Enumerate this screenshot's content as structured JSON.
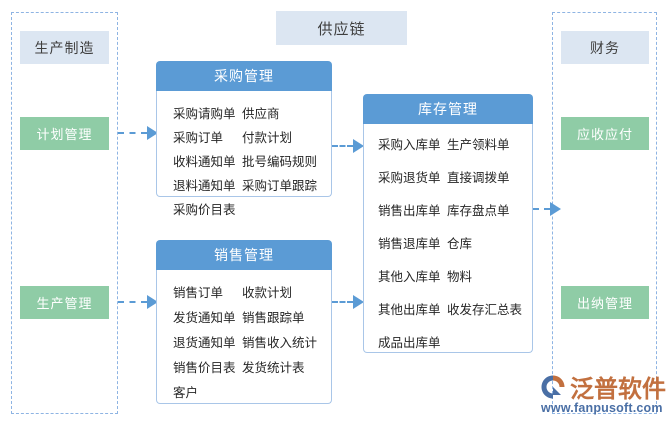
{
  "diagram": {
    "title": "供应链",
    "left_group": {
      "header": "生产制造",
      "modules": [
        "计划管理",
        "生产管理"
      ]
    },
    "right_group": {
      "header": "财务",
      "modules": [
        "应收应付",
        "出纳管理"
      ]
    },
    "cards": [
      {
        "id": "purchase",
        "title": "采购管理",
        "col1": [
          "采购请购单",
          "采购订单",
          "收料通知单",
          "退料通知单",
          "采购价目表"
        ],
        "col2": [
          "供应商",
          "付款计划",
          "批号编码规则",
          "采购订单跟踪"
        ]
      },
      {
        "id": "sales",
        "title": "销售管理",
        "col1": [
          "销售订单",
          "发货通知单",
          "退货通知单",
          "销售价目表",
          "客户"
        ],
        "col2": [
          "收款计划",
          "销售跟踪单",
          "销售收入统计",
          "发货统计表"
        ]
      },
      {
        "id": "inventory",
        "title": "库存管理",
        "col1": [
          "采购入库单",
          "采购退货单",
          "销售出库单",
          "销售退库单",
          "其他入库单",
          "其他出库单",
          "成品出库单"
        ],
        "col2": [
          "生产领料单",
          "直接调拨单",
          "库存盘点单",
          "仓库",
          "物料",
          "收发存汇总表"
        ]
      }
    ],
    "watermark": {
      "brand": "泛普软件",
      "url": "www.fanpusoft.com"
    },
    "colors": {
      "header_blue": "#5B9BD5",
      "pale_blue": "#DCE6F2",
      "green": "#8FCCA6",
      "card_border": "#A9C6E8",
      "dashed": "#8EB4E3",
      "logo_orange": "#C2703F",
      "logo_blue": "#4A6FA5"
    }
  }
}
